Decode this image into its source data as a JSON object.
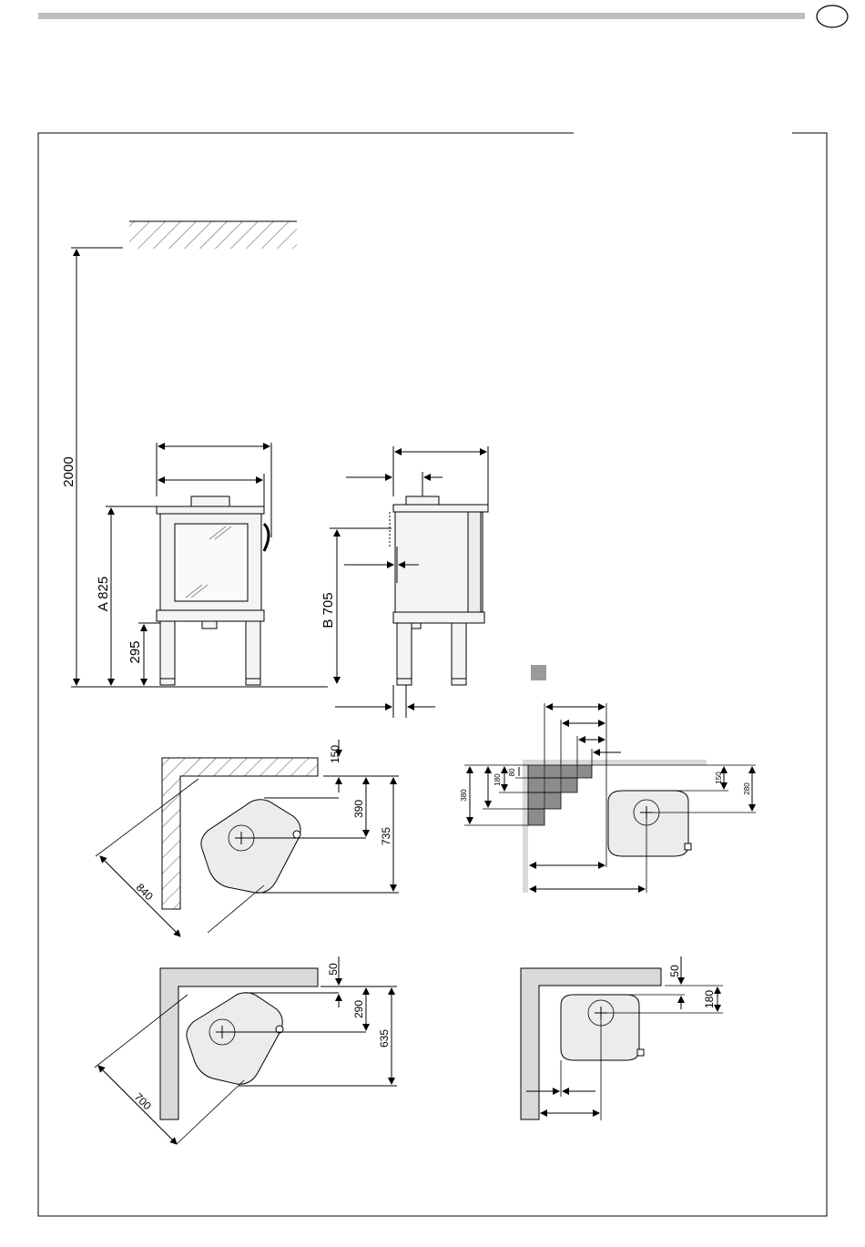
{
  "header": {
    "badge": ""
  },
  "elevation": {
    "height_2000": "2000",
    "a_825": "A 825",
    "h_295": "295",
    "b_705": "B 705"
  },
  "corner_1": {
    "d150": "150",
    "d390": "390",
    "d735": "735",
    "d840": "840"
  },
  "corner_2": {
    "d50": "50",
    "d290": "290",
    "d635": "635",
    "d700": "700"
  },
  "wall_plan": {
    "d380": "380",
    "d180": "180",
    "d80": "80",
    "d150": "150",
    "d280": "280"
  },
  "back_plan": {
    "d50": "50",
    "d180": "180"
  },
  "colors": {
    "bar": "#bdbdbd",
    "wall_fill": "#d9d9d9",
    "stove_fill": "#e8e8e8",
    "step_fill": "#8c8c8c"
  }
}
